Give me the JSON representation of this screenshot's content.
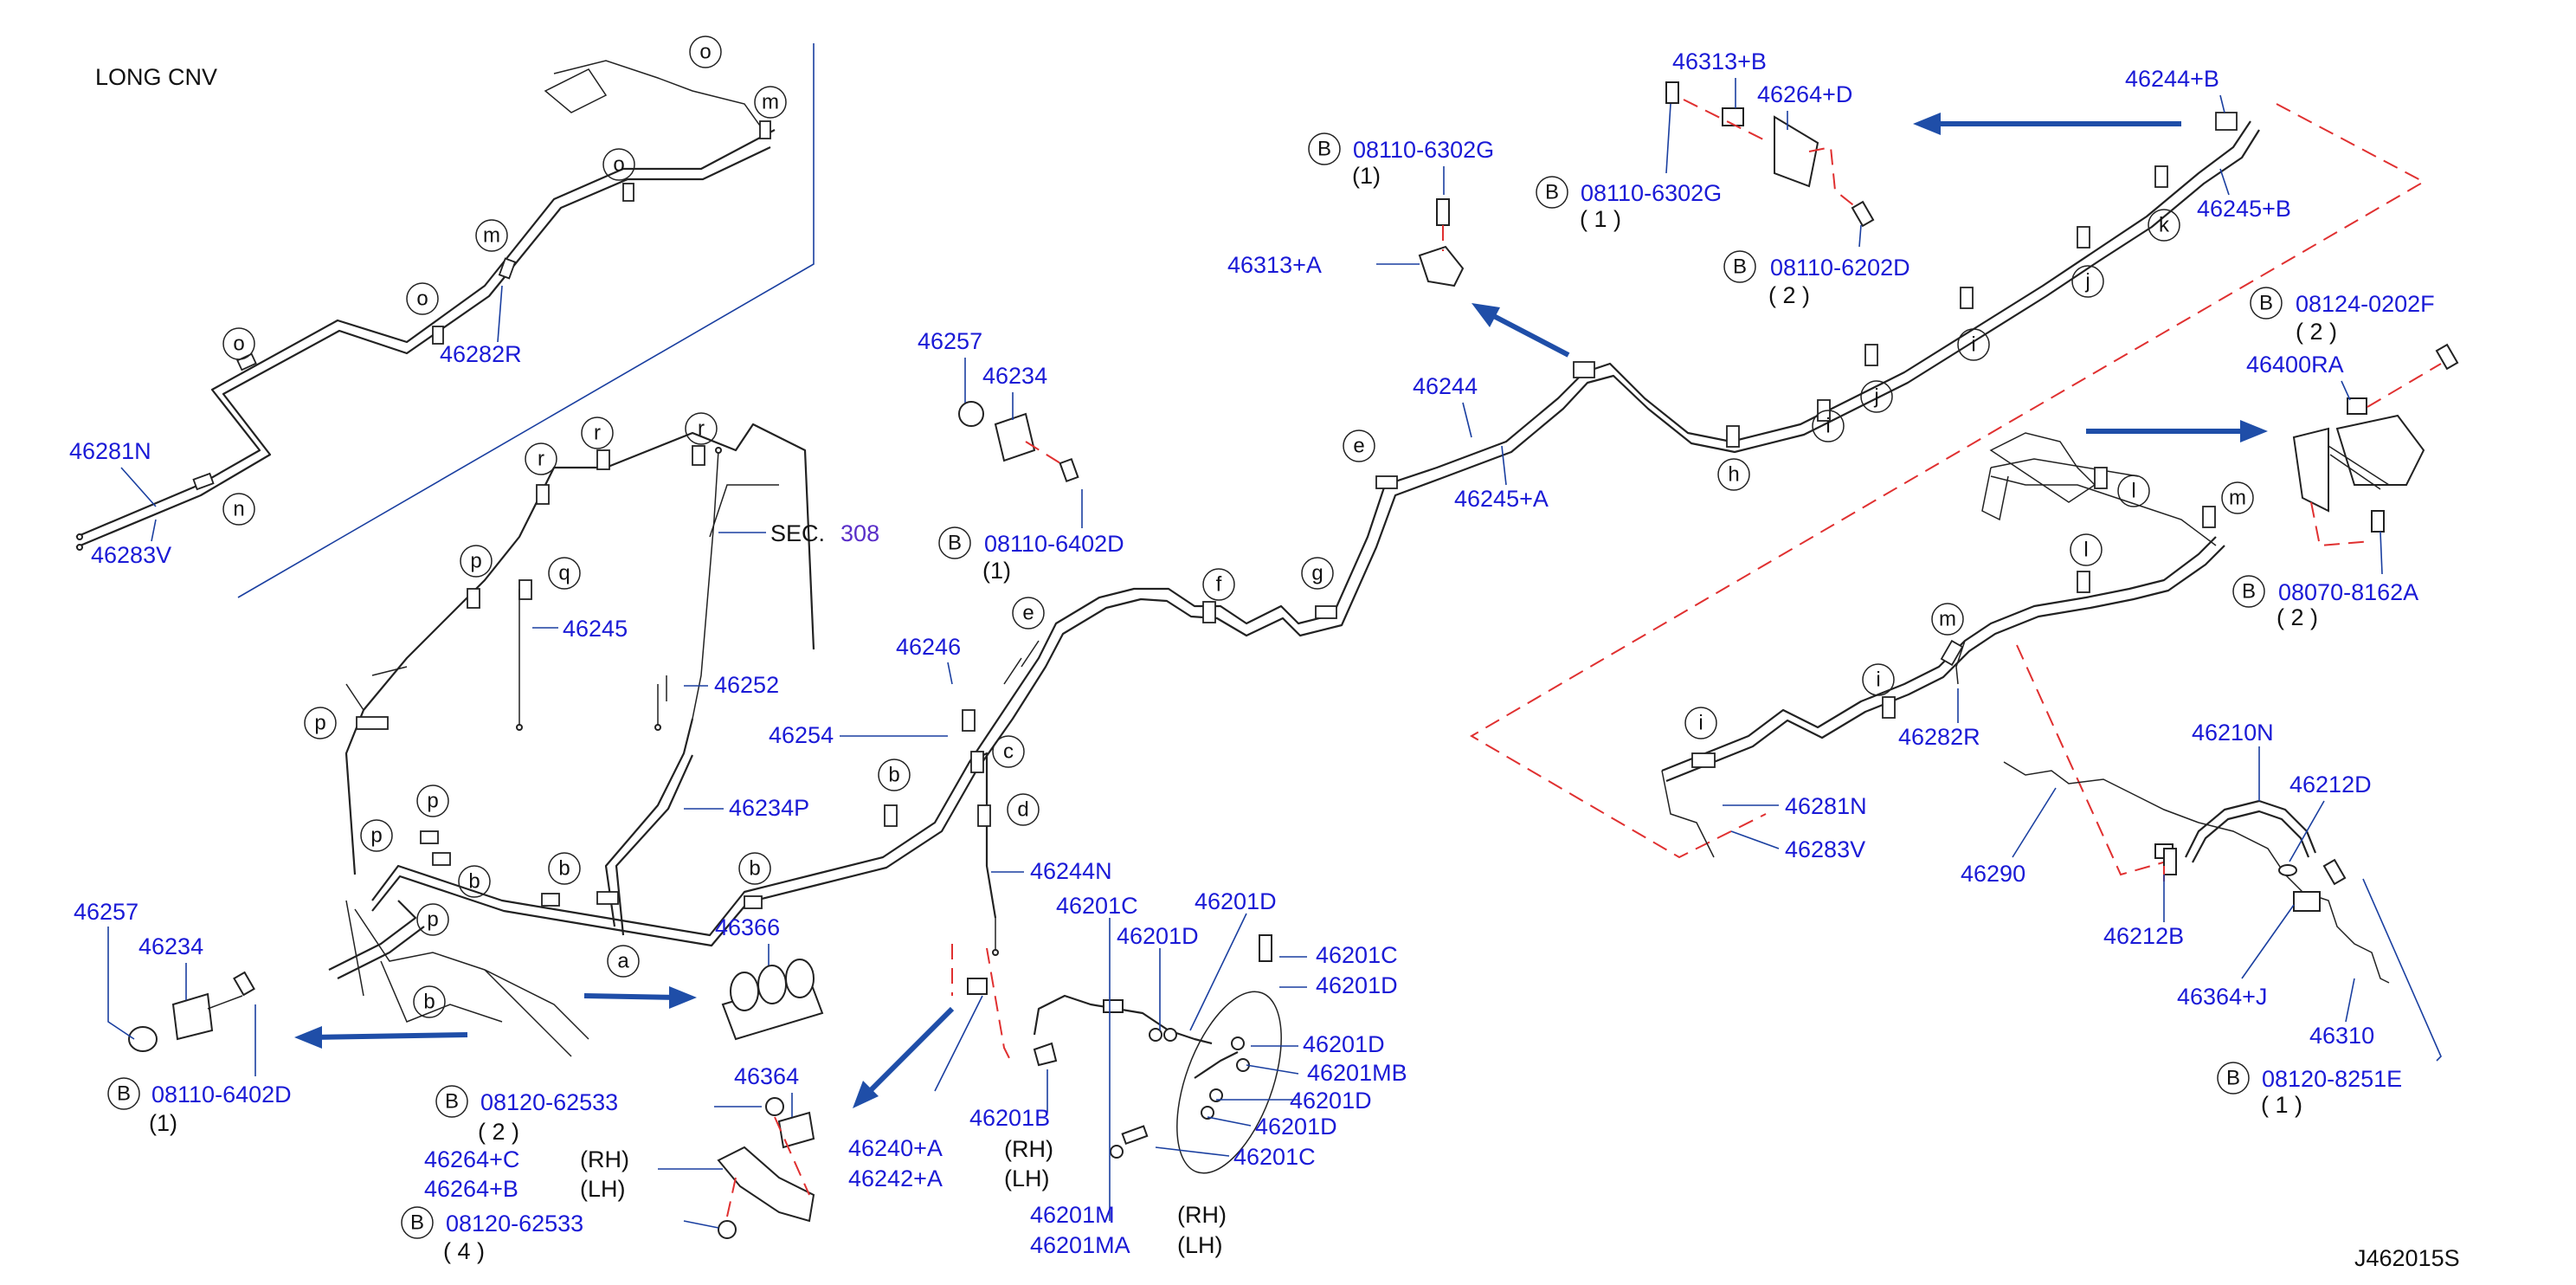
{
  "labels": {
    "long_cnv": "LONG   CNV",
    "sec": "SEC.",
    "sec_num": "308",
    "diagram_id": "J462015S",
    "rh": "(RH)",
    "lh": "(LH)",
    "qty1": "(1)",
    "qty1s": "( 1 )",
    "qty2": "( 2 )",
    "qty4": "( 4 )",
    "b": "B"
  },
  "parts": {
    "p46281N": "46281N",
    "p46283V": "46283V",
    "p46282R": "46282R",
    "p46245": "46245",
    "p46234P": "46234P",
    "p46254": "46254",
    "p46246": "46246",
    "p46252": "46252",
    "p46244N": "46244N",
    "p46366": "46366",
    "p46364": "46364",
    "p46257": "46257",
    "p46234": "46234",
    "b08110_6402D": "08110-6402D",
    "b08120_62533": "08120-62533",
    "p46264C": "46264+C",
    "p46264B": "46264+B",
    "p46240A": "46240+A",
    "p46242A": "46242+A",
    "p46201B": "46201B",
    "p46201C": "46201C",
    "p46201D": "46201D",
    "p46201M": "46201M",
    "p46201MA": "46201MA",
    "p46201MB": "46201MB",
    "p46244": "46244",
    "p46245A": "46245+A",
    "p46313A": "46313+A",
    "p46313B": "46313+B",
    "p46264D": "46264+D",
    "p46244B": "46244+B",
    "p46245B": "46245+B",
    "b08110_6302G": "08110-6302G",
    "b08110_6202D": "08110-6202D",
    "b08124_0202F": "08124-0202F",
    "p46400RA": "46400RA",
    "b08070_8162A": "08070-8162A",
    "p46210N": "46210N",
    "p46212D": "46212D",
    "p46212B": "46212B",
    "p46290": "46290",
    "p46364J": "46364+J",
    "p46310": "46310",
    "b08120_8251E": "08120-8251E"
  },
  "clip_letters": [
    "a",
    "b",
    "c",
    "d",
    "e",
    "f",
    "g",
    "h",
    "i",
    "j",
    "k",
    "l",
    "m",
    "n",
    "o",
    "p",
    "q",
    "r"
  ],
  "colors": {
    "part_number": "#1a1ad6",
    "arrow": "#1f4ea8",
    "dashed_outline": "#e03030",
    "line": "#222222"
  }
}
